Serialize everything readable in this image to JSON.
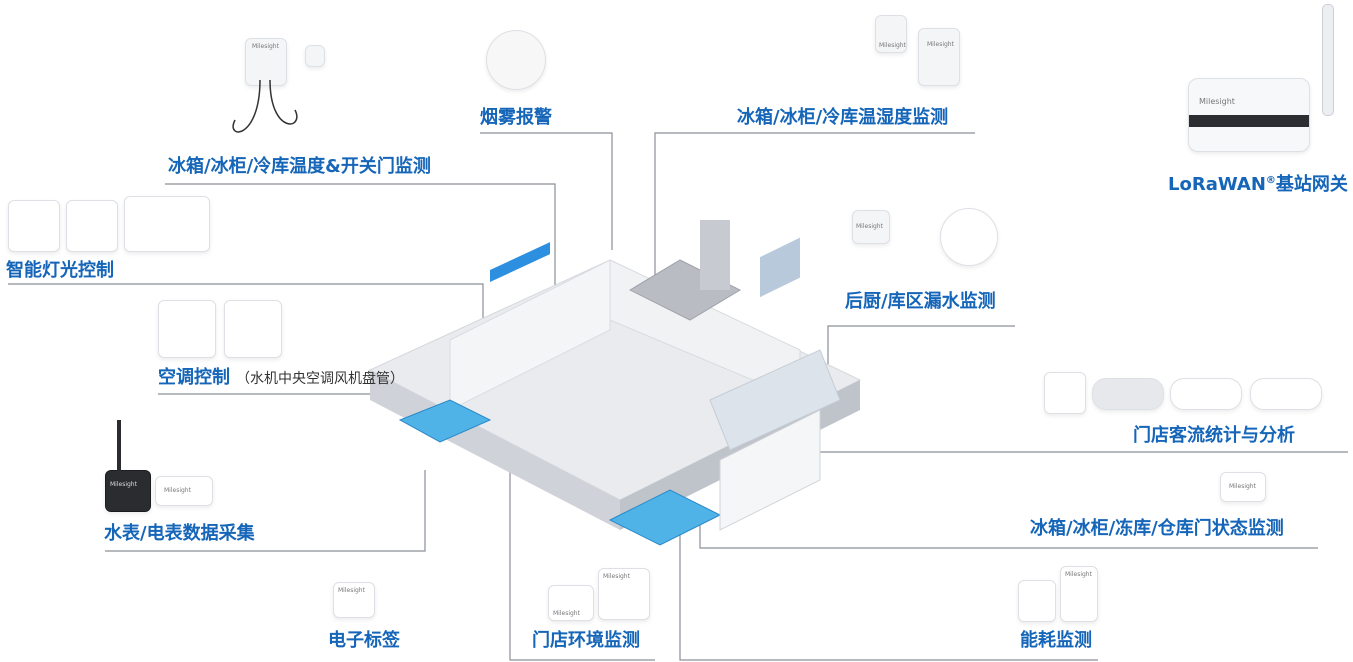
{
  "labels": {
    "fridge_temp_door": "冰箱/冰柜/冷库温度&开关门监测",
    "smoke": "烟雾报警",
    "fridge_temp_humidity": "冰箱/冰柜/冷库温湿度监测",
    "gateway_main": "LoRaWAN",
    "gateway_reg": "®",
    "gateway_suffix": "基站网关",
    "lighting": "智能灯光控制",
    "ac_control": "空调控制",
    "ac_note": "（水机中央空调风机盘管）",
    "water_leak": "后厨/库区漏水监测",
    "people_counting": "门店客流统计与分析",
    "water_meter": "水表/电表数据采集",
    "door_status": "冰箱/冰柜/冻库/仓库门状态监测",
    "eink": "电子标签",
    "env_monitor": "门店环境监测",
    "energy": "能耗监测"
  },
  "brand": "Milesight",
  "colors": {
    "label": "#1565b8",
    "line": "#8a8f96"
  }
}
